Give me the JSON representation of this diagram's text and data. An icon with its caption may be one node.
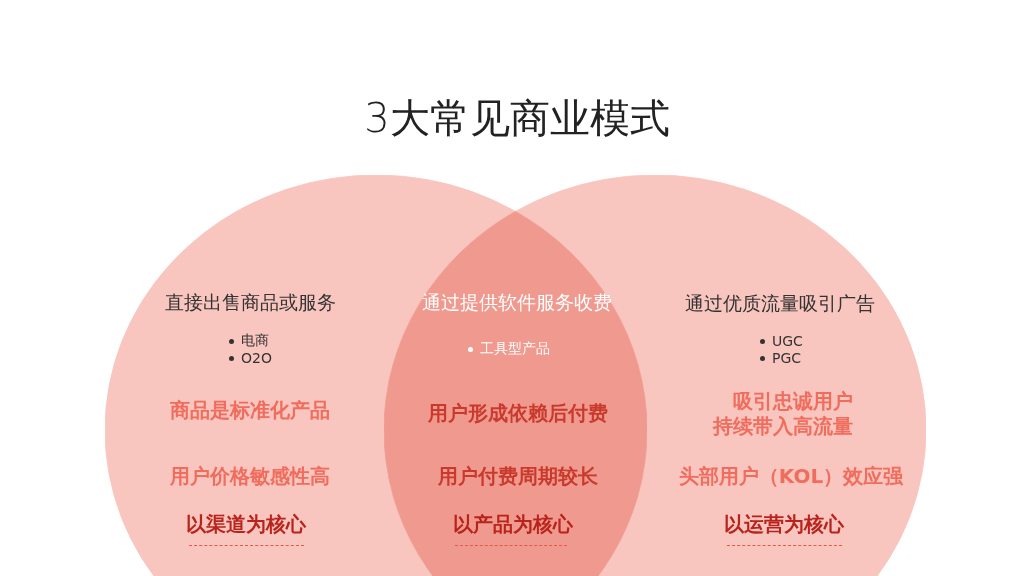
{
  "diagram": {
    "title": "3大常见商业模式",
    "nodes": [
      {
        "text": [
          "直接出售商品或服务",
          "电商",
          "O2O",
          "商品是标准化产品",
          "用户价格敏感性高",
          "以渠道为核心"
        ]
      },
      {
        "text": [
          "通过提供软件服务收费",
          "工具型产品",
          "用户形成依赖后付费",
          "用户付费周期较长",
          "以产品为核心"
        ]
      },
      {
        "text": [
          "通过优质流量吸引广告",
          "UGC",
          "PGC",
          "吸引忠诚用户持续带入高流量",
          "头部用户（KOL）效应强",
          "以运营为核心"
        ]
      }
    ]
  }
}
